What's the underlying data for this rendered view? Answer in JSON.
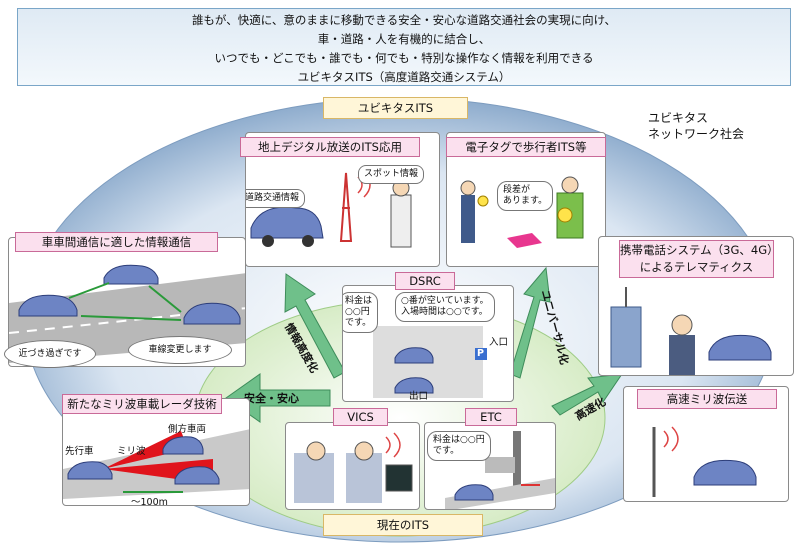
{
  "header": {
    "lines": [
      "誰もが、快適に、意のままに移動できる安全・安心な道路交通社会の実現に向け、",
      "車・道路・人を有機的に結合し、",
      "いつでも・どこでも・誰でも・何でも・特別な操作なく情報を利用できる",
      "ユビキタスITS（高度道路交通システム）"
    ]
  },
  "ubiquitous_its_label": "ユビキタスITS",
  "network_society_label": [
    "ユビキタス",
    "ネットワーク社会"
  ],
  "current_its_label": "現在のITS",
  "panels": {
    "digital": {
      "title": "地上デジタル放送のITS応用",
      "bubble_left": "高度道路交通情報",
      "bubble_right": "スポット情報"
    },
    "etag": {
      "title": "電子タグで歩行者ITS等",
      "speech": [
        "段差が",
        "あります。"
      ]
    },
    "v2v": {
      "title": "車車間通信に適した情報通信",
      "cloud_left": "近づき過ぎです",
      "cloud_right": "車線変更します"
    },
    "radar": {
      "title": "新たなミリ波車載レーダ技術",
      "lead_car": "先行車",
      "millimeter": "ミリ波",
      "side_car": "側方車両",
      "distance": "～100m"
    },
    "telematics": {
      "title_lines": [
        "携帯電話システム（3G、4G）",
        "によるテレマティクス"
      ]
    },
    "millimeter_tx": {
      "title": "高速ミリ波伝送"
    },
    "dsrc": {
      "title": "DSRC",
      "bubble1": [
        "料金は",
        "○○円",
        "です。"
      ],
      "bubble2": [
        "○番が空いています。",
        "入場時間は○○です。"
      ],
      "entrance": "入口",
      "exit": "出口",
      "parking_sign": "P"
    },
    "vics": {
      "title": "VICS"
    },
    "etc": {
      "title": "ETC",
      "bubble": [
        "料金は○○円",
        "です。"
      ]
    }
  },
  "arrows": {
    "safety": "安全・安心",
    "info_advance": "情報高度化",
    "universal": "ユニバーサル化",
    "speedup": "高速化"
  },
  "colors": {
    "outer_ellipse": "#9db8d6",
    "inner_ellipse": "#dff0cf",
    "arrow_green": "#6fc08a",
    "pink_label": "#fbe0ee",
    "header_bg": "#e6eff7"
  }
}
